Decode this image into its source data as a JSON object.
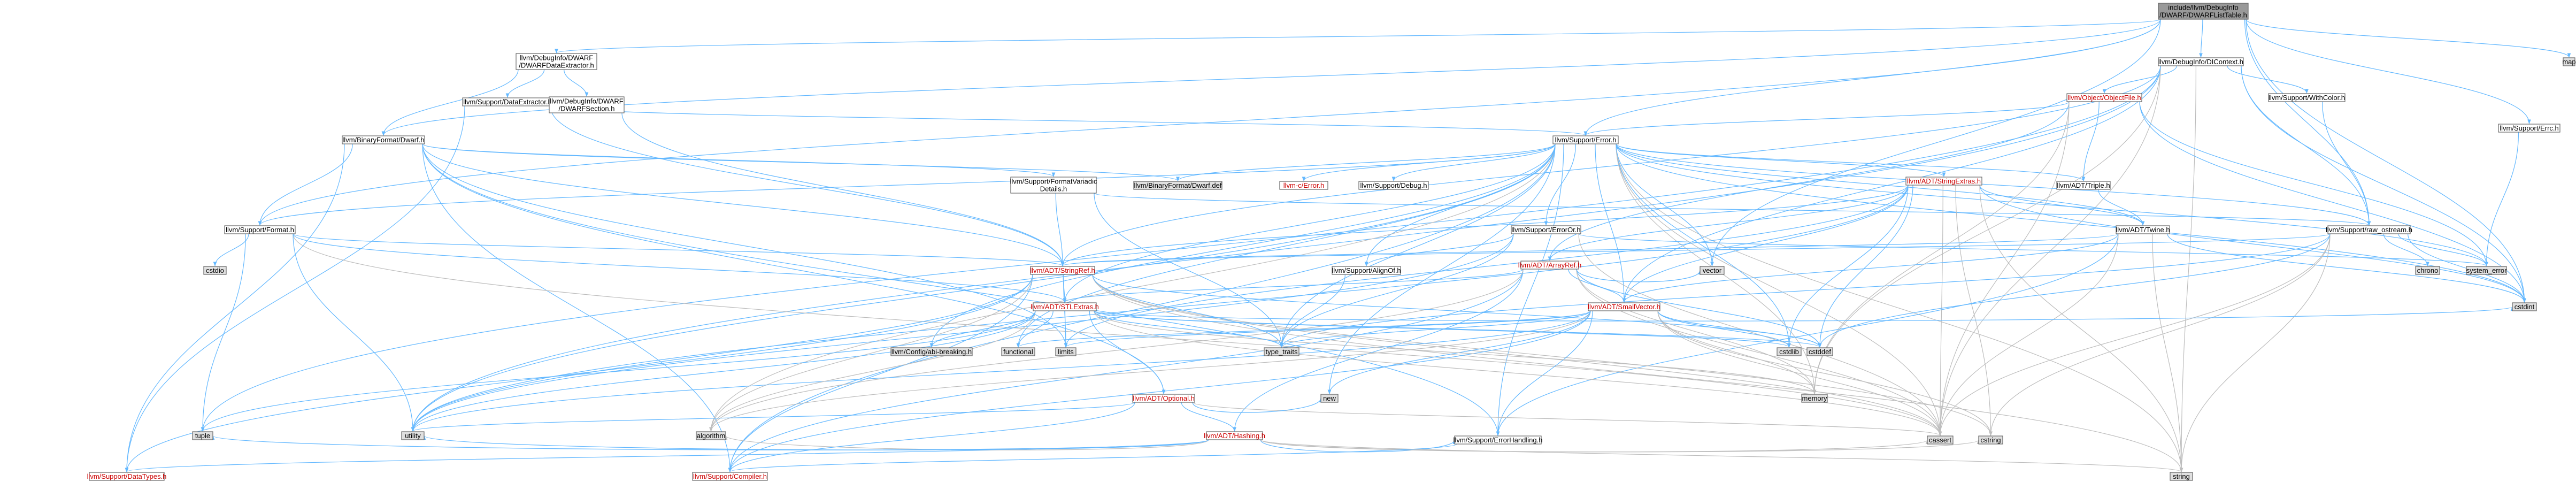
{
  "diagram": {
    "colors": {
      "root_fill": "#999999",
      "node_fill": "#ffffff",
      "system_fill": "#e0e0e0",
      "node_text": "#000000",
      "link_text_red": "#cc0000",
      "edge_blue": "#63b8ff",
      "edge_gray": "#bdbdbd"
    },
    "nodes": [
      {
        "id": "root",
        "lines": [
          "include/llvm/DebugInfo",
          "/DWARF/DWARFListTable.h"
        ],
        "kind": "root",
        "text_color": "black"
      },
      {
        "id": "dwarfdataextractor",
        "lines": [
          "llvm/DebugInfo/DWARF",
          "/DWARFDataExtractor.h"
        ],
        "kind": "normal",
        "text_color": "black"
      },
      {
        "id": "dicontext",
        "lines": [
          "llvm/DebugInfo/DIContext.h"
        ],
        "kind": "normal",
        "text_color": "black"
      },
      {
        "id": "map",
        "lines": [
          "map"
        ],
        "kind": "system",
        "text_color": "black"
      },
      {
        "id": "dataextractor",
        "lines": [
          "llvm/Support/DataExtractor.h"
        ],
        "kind": "normal",
        "text_color": "black"
      },
      {
        "id": "dwarfsection",
        "lines": [
          "llvm/DebugInfo/DWARF",
          "/DWARFSection.h"
        ],
        "kind": "normal",
        "text_color": "black"
      },
      {
        "id": "objectfile",
        "lines": [
          "llvm/Object/ObjectFile.h"
        ],
        "kind": "normal",
        "text_color": "red"
      },
      {
        "id": "withcolor",
        "lines": [
          "llvm/Support/WithColor.h"
        ],
        "kind": "normal",
        "text_color": "black"
      },
      {
        "id": "errc",
        "lines": [
          "llvm/Support/Errc.h"
        ],
        "kind": "normal",
        "text_color": "black"
      },
      {
        "id": "binaryformatdwarf",
        "lines": [
          "llvm/BinaryFormat/Dwarf.h"
        ],
        "kind": "normal",
        "text_color": "black"
      },
      {
        "id": "error",
        "lines": [
          "llvm/Support/Error.h"
        ],
        "kind": "normal",
        "text_color": "black"
      },
      {
        "id": "formatvariadicdetails",
        "lines": [
          "llvm/Support/FormatVariadic",
          "Details.h"
        ],
        "kind": "normal",
        "text_color": "black"
      },
      {
        "id": "dwarfdef",
        "lines": [
          "llvm/BinaryFormat/Dwarf.def"
        ],
        "kind": "system",
        "text_color": "black"
      },
      {
        "id": "cerror",
        "lines": [
          "llvm-c/Error.h"
        ],
        "kind": "normal",
        "text_color": "red"
      },
      {
        "id": "debug",
        "lines": [
          "llvm/Support/Debug.h"
        ],
        "kind": "normal",
        "text_color": "black"
      },
      {
        "id": "stringextras",
        "lines": [
          "llvm/ADT/StringExtras.h"
        ],
        "kind": "normal",
        "text_color": "red"
      },
      {
        "id": "triple",
        "lines": [
          "llvm/ADT/Triple.h"
        ],
        "kind": "normal",
        "text_color": "black"
      },
      {
        "id": "format",
        "lines": [
          "llvm/Support/Format.h"
        ],
        "kind": "normal",
        "text_color": "black"
      },
      {
        "id": "erroror",
        "lines": [
          "llvm/Support/ErrorOr.h"
        ],
        "kind": "normal",
        "text_color": "black"
      },
      {
        "id": "twine",
        "lines": [
          "llvm/ADT/Twine.h"
        ],
        "kind": "normal",
        "text_color": "black"
      },
      {
        "id": "rawostream",
        "lines": [
          "llvm/Support/raw_ostream.h"
        ],
        "kind": "normal",
        "text_color": "black"
      },
      {
        "id": "alignof",
        "lines": [
          "llvm/Support/AlignOf.h"
        ],
        "kind": "normal",
        "text_color": "black"
      },
      {
        "id": "arrayref",
        "lines": [
          "llvm/ADT/ArrayRef.h"
        ],
        "kind": "normal",
        "text_color": "red"
      },
      {
        "id": "stringref",
        "lines": [
          "llvm/ADT/StringRef.h"
        ],
        "kind": "normal",
        "text_color": "red"
      },
      {
        "id": "systemerror",
        "lines": [
          "system_error"
        ],
        "kind": "system",
        "text_color": "black"
      },
      {
        "id": "chrono",
        "lines": [
          "chrono"
        ],
        "kind": "system",
        "text_color": "black"
      },
      {
        "id": "cstdio",
        "lines": [
          "cstdio"
        ],
        "kind": "system",
        "text_color": "black"
      },
      {
        "id": "vector",
        "lines": [
          "vector"
        ],
        "kind": "system",
        "text_color": "black"
      },
      {
        "id": "smallvector",
        "lines": [
          "llvm/ADT/SmallVector.h"
        ],
        "kind": "normal",
        "text_color": "red"
      },
      {
        "id": "stlextras",
        "lines": [
          "llvm/ADT/STLExtras.h"
        ],
        "kind": "normal",
        "text_color": "red"
      },
      {
        "id": "cstdint",
        "lines": [
          "cstdint"
        ],
        "kind": "system",
        "text_color": "black"
      },
      {
        "id": "configbreaking",
        "lines": [
          "llvm/Config/abi-breaking.h"
        ],
        "kind": "system",
        "text_color": "black"
      },
      {
        "id": "functional",
        "lines": [
          "functional"
        ],
        "kind": "system",
        "text_color": "black"
      },
      {
        "id": "limits",
        "lines": [
          "limits"
        ],
        "kind": "system",
        "text_color": "black"
      },
      {
        "id": "typetraits",
        "lines": [
          "type_traits"
        ],
        "kind": "system",
        "text_color": "black"
      },
      {
        "id": "cstdlib",
        "lines": [
          "cstdlib"
        ],
        "kind": "system",
        "text_color": "black"
      },
      {
        "id": "cstddef",
        "lines": [
          "cstddef"
        ],
        "kind": "system",
        "text_color": "black"
      },
      {
        "id": "optional",
        "lines": [
          "llvm/ADT/Optional.h"
        ],
        "kind": "normal",
        "text_color": "red"
      },
      {
        "id": "new",
        "lines": [
          "new"
        ],
        "kind": "system",
        "text_color": "black"
      },
      {
        "id": "memory",
        "lines": [
          "memory"
        ],
        "kind": "system",
        "text_color": "black"
      },
      {
        "id": "hashing",
        "lines": [
          "llvm/ADT/Hashing.h"
        ],
        "kind": "normal",
        "text_color": "red"
      },
      {
        "id": "tuple",
        "lines": [
          "tuple"
        ],
        "kind": "system",
        "text_color": "black"
      },
      {
        "id": "utility",
        "lines": [
          "utility"
        ],
        "kind": "system",
        "text_color": "black"
      },
      {
        "id": "algorithm",
        "lines": [
          "algorithm"
        ],
        "kind": "system",
        "text_color": "black"
      },
      {
        "id": "errorhandling",
        "lines": [
          "llvm/Support/ErrorHandling.h"
        ],
        "kind": "normal",
        "text_color": "black"
      },
      {
        "id": "cassert",
        "lines": [
          "cassert"
        ],
        "kind": "system",
        "text_color": "black"
      },
      {
        "id": "cstring",
        "lines": [
          "cstring"
        ],
        "kind": "system",
        "text_color": "black"
      },
      {
        "id": "datatypes",
        "lines": [
          "llvm/Support/DataTypes.h"
        ],
        "kind": "normal",
        "text_color": "red"
      },
      {
        "id": "compiler",
        "lines": [
          "llvm/Support/Compiler.h"
        ],
        "kind": "normal",
        "text_color": "red"
      },
      {
        "id": "string",
        "lines": [
          "string"
        ],
        "kind": "system",
        "text_color": "black"
      }
    ],
    "edges": [
      [
        "root",
        "dwarfdataextractor"
      ],
      [
        "root",
        "dicontext"
      ],
      [
        "root",
        "map"
      ],
      [
        "root",
        "error"
      ],
      [
        "root",
        "format"
      ],
      [
        "root",
        "rawostream"
      ],
      [
        "root",
        "vector"
      ],
      [
        "root",
        "cstdint"
      ],
      [
        "root",
        "errc"
      ],
      [
        "root",
        "binaryformatdwarf"
      ],
      [
        "dwarfdataextractor",
        "dataextractor"
      ],
      [
        "dwarfdataextractor",
        "dwarfsection"
      ],
      [
        "dwarfdataextractor",
        "binaryformatdwarf"
      ],
      [
        "dicontext",
        "objectfile"
      ],
      [
        "dicontext",
        "withcolor"
      ],
      [
        "dicontext",
        "rawostream"
      ],
      [
        "dicontext",
        "stringref"
      ],
      [
        "dicontext",
        "smallvector"
      ],
      [
        "dicontext",
        "cassert"
      ],
      [
        "dicontext",
        "cstdint"
      ],
      [
        "dicontext",
        "memory"
      ],
      [
        "dicontext",
        "string"
      ],
      [
        "dicontext",
        "tuple"
      ],
      [
        "dicontext",
        "utility"
      ],
      [
        "dataextractor",
        "error"
      ],
      [
        "dataextractor",
        "stringref"
      ],
      [
        "dataextractor",
        "datatypes"
      ],
      [
        "dwarfsection",
        "stringref"
      ],
      [
        "objectfile",
        "error"
      ],
      [
        "objectfile",
        "triple"
      ],
      [
        "objectfile",
        "arrayref"
      ],
      [
        "objectfile",
        "memory"
      ],
      [
        "objectfile",
        "cassert"
      ],
      [
        "objectfile",
        "cstdint"
      ],
      [
        "objectfile",
        "systemerror"
      ],
      [
        "withcolor",
        "rawostream"
      ],
      [
        "errc",
        "systemerror"
      ],
      [
        "binaryformatdwarf",
        "formatvariadicdetails"
      ],
      [
        "binaryformatdwarf",
        "dwarfdef"
      ],
      [
        "binaryformatdwarf",
        "format"
      ],
      [
        "binaryformatdwarf",
        "stringref"
      ],
      [
        "binaryformatdwarf",
        "datatypes"
      ],
      [
        "binaryformatdwarf",
        "errorhandling"
      ],
      [
        "binaryformatdwarf",
        "limits"
      ],
      [
        "binaryformatdwarf",
        "compiler"
      ],
      [
        "binaryformatdwarf",
        "optional"
      ],
      [
        "error",
        "cerror"
      ],
      [
        "error",
        "debug"
      ],
      [
        "error",
        "stringextras"
      ],
      [
        "error",
        "twine"
      ],
      [
        "error",
        "erroror"
      ],
      [
        "error",
        "format"
      ],
      [
        "error",
        "rawostream"
      ],
      [
        "error",
        "alignof"
      ],
      [
        "error",
        "configbreaking"
      ],
      [
        "error",
        "stlextras"
      ],
      [
        "error",
        "smallvector"
      ],
      [
        "error",
        "compiler"
      ],
      [
        "error",
        "errorhandling"
      ],
      [
        "error",
        "algorithm"
      ],
      [
        "error",
        "cassert"
      ],
      [
        "error",
        "cstdint"
      ],
      [
        "error",
        "cstdlib"
      ],
      [
        "error",
        "functional"
      ],
      [
        "error",
        "memory"
      ],
      [
        "error",
        "new"
      ],
      [
        "error",
        "string"
      ],
      [
        "error",
        "systemerror"
      ],
      [
        "error",
        "typetraits"
      ],
      [
        "error",
        "utility"
      ],
      [
        "error",
        "vector"
      ],
      [
        "error",
        "triple"
      ],
      [
        "error",
        "dwarfdef"
      ],
      [
        "formatvariadicdetails",
        "stringref"
      ],
      [
        "formatvariadicdetails",
        "rawostream"
      ],
      [
        "formatvariadicdetails",
        "typetraits"
      ],
      [
        "stringextras",
        "arrayref"
      ],
      [
        "stringextras",
        "smallvector"
      ],
      [
        "stringextras",
        "stringref"
      ],
      [
        "stringextras",
        "twine"
      ],
      [
        "stringextras",
        "cassert"
      ],
      [
        "stringextras",
        "cstddef"
      ],
      [
        "stringextras",
        "cstdint"
      ],
      [
        "stringextras",
        "cstdlib"
      ],
      [
        "stringextras",
        "cstring"
      ],
      [
        "stringextras",
        "limits"
      ],
      [
        "stringextras",
        "string"
      ],
      [
        "stringextras",
        "utility"
      ],
      [
        "triple",
        "twine"
      ],
      [
        "format",
        "stlextras"
      ],
      [
        "format",
        "stringref"
      ],
      [
        "format",
        "cassert"
      ],
      [
        "format",
        "cstdio"
      ],
      [
        "format",
        "tuple"
      ],
      [
        "format",
        "utility"
      ],
      [
        "erroror",
        "alignof"
      ],
      [
        "erroror",
        "cassert"
      ],
      [
        "erroror",
        "systemerror"
      ],
      [
        "erroror",
        "typetraits"
      ],
      [
        "erroror",
        "utility"
      ],
      [
        "twine",
        "smallvector"
      ],
      [
        "twine",
        "stringref"
      ],
      [
        "twine",
        "errorhandling"
      ],
      [
        "twine",
        "cassert"
      ],
      [
        "twine",
        "cstdint"
      ],
      [
        "twine",
        "string"
      ],
      [
        "rawostream",
        "stringref"
      ],
      [
        "rawostream",
        "cassert"
      ],
      [
        "rawostream",
        "chrono"
      ],
      [
        "rawostream",
        "cstddef"
      ],
      [
        "rawostream",
        "cstdint"
      ],
      [
        "rawostream",
        "cstring"
      ],
      [
        "rawostream",
        "string"
      ],
      [
        "rawostream",
        "systemerror"
      ],
      [
        "rawostream",
        "typetraits"
      ],
      [
        "alignof",
        "typetraits"
      ],
      [
        "arrayref",
        "hashing"
      ],
      [
        "arrayref",
        "smallvector"
      ],
      [
        "arrayref",
        "stlextras"
      ],
      [
        "arrayref",
        "compiler"
      ],
      [
        "arrayref",
        "algorithm"
      ],
      [
        "arrayref",
        "cassert"
      ],
      [
        "arrayref",
        "cstddef"
      ],
      [
        "arrayref",
        "memory"
      ],
      [
        "arrayref",
        "vector"
      ],
      [
        "stringref",
        "stlextras"
      ],
      [
        "stringref",
        "compiler"
      ],
      [
        "stringref",
        "algorithm"
      ],
      [
        "stringref",
        "cassert"
      ],
      [
        "stringref",
        "cstddef"
      ],
      [
        "stringref",
        "cstring"
      ],
      [
        "stringref",
        "limits"
      ],
      [
        "stringref",
        "string"
      ],
      [
        "stringref",
        "typetraits"
      ],
      [
        "stringref",
        "utility"
      ],
      [
        "stringref",
        "datatypes"
      ],
      [
        "smallvector",
        "compiler"
      ],
      [
        "smallvector",
        "errorhandling"
      ],
      [
        "smallvector",
        "algorithm"
      ],
      [
        "smallvector",
        "cassert"
      ],
      [
        "smallvector",
        "cstddef"
      ],
      [
        "smallvector",
        "cstdlib"
      ],
      [
        "smallvector",
        "cstring"
      ],
      [
        "smallvector",
        "functional"
      ],
      [
        "smallvector",
        "limits"
      ],
      [
        "smallvector",
        "memory"
      ],
      [
        "smallvector",
        "new"
      ],
      [
        "smallvector",
        "typetraits"
      ],
      [
        "smallvector",
        "utility"
      ],
      [
        "stlextras",
        "optional"
      ],
      [
        "stlextras",
        "configbreaking"
      ],
      [
        "stlextras",
        "algorithm"
      ],
      [
        "stlextras",
        "cassert"
      ],
      [
        "stlextras",
        "cstddef"
      ],
      [
        "stlextras",
        "cstdint"
      ],
      [
        "stlextras",
        "cstdlib"
      ],
      [
        "stlextras",
        "functional"
      ],
      [
        "stlextras",
        "limits"
      ],
      [
        "stlextras",
        "memory"
      ],
      [
        "stlextras",
        "tuple"
      ],
      [
        "stlextras",
        "typetraits"
      ],
      [
        "stlextras",
        "utility"
      ],
      [
        "optional",
        "hashing"
      ],
      [
        "optional",
        "compiler"
      ],
      [
        "optional",
        "cassert"
      ],
      [
        "optional",
        "new"
      ],
      [
        "optional",
        "utility"
      ],
      [
        "hashing",
        "errorhandling"
      ],
      [
        "hashing",
        "datatypes"
      ],
      [
        "hashing",
        "algorithm"
      ],
      [
        "hashing",
        "cassert"
      ],
      [
        "hashing",
        "cstring"
      ],
      [
        "hashing",
        "string"
      ],
      [
        "hashing",
        "tuple"
      ],
      [
        "hashing",
        "utility"
      ],
      [
        "errorhandling",
        "compiler"
      ]
    ]
  }
}
